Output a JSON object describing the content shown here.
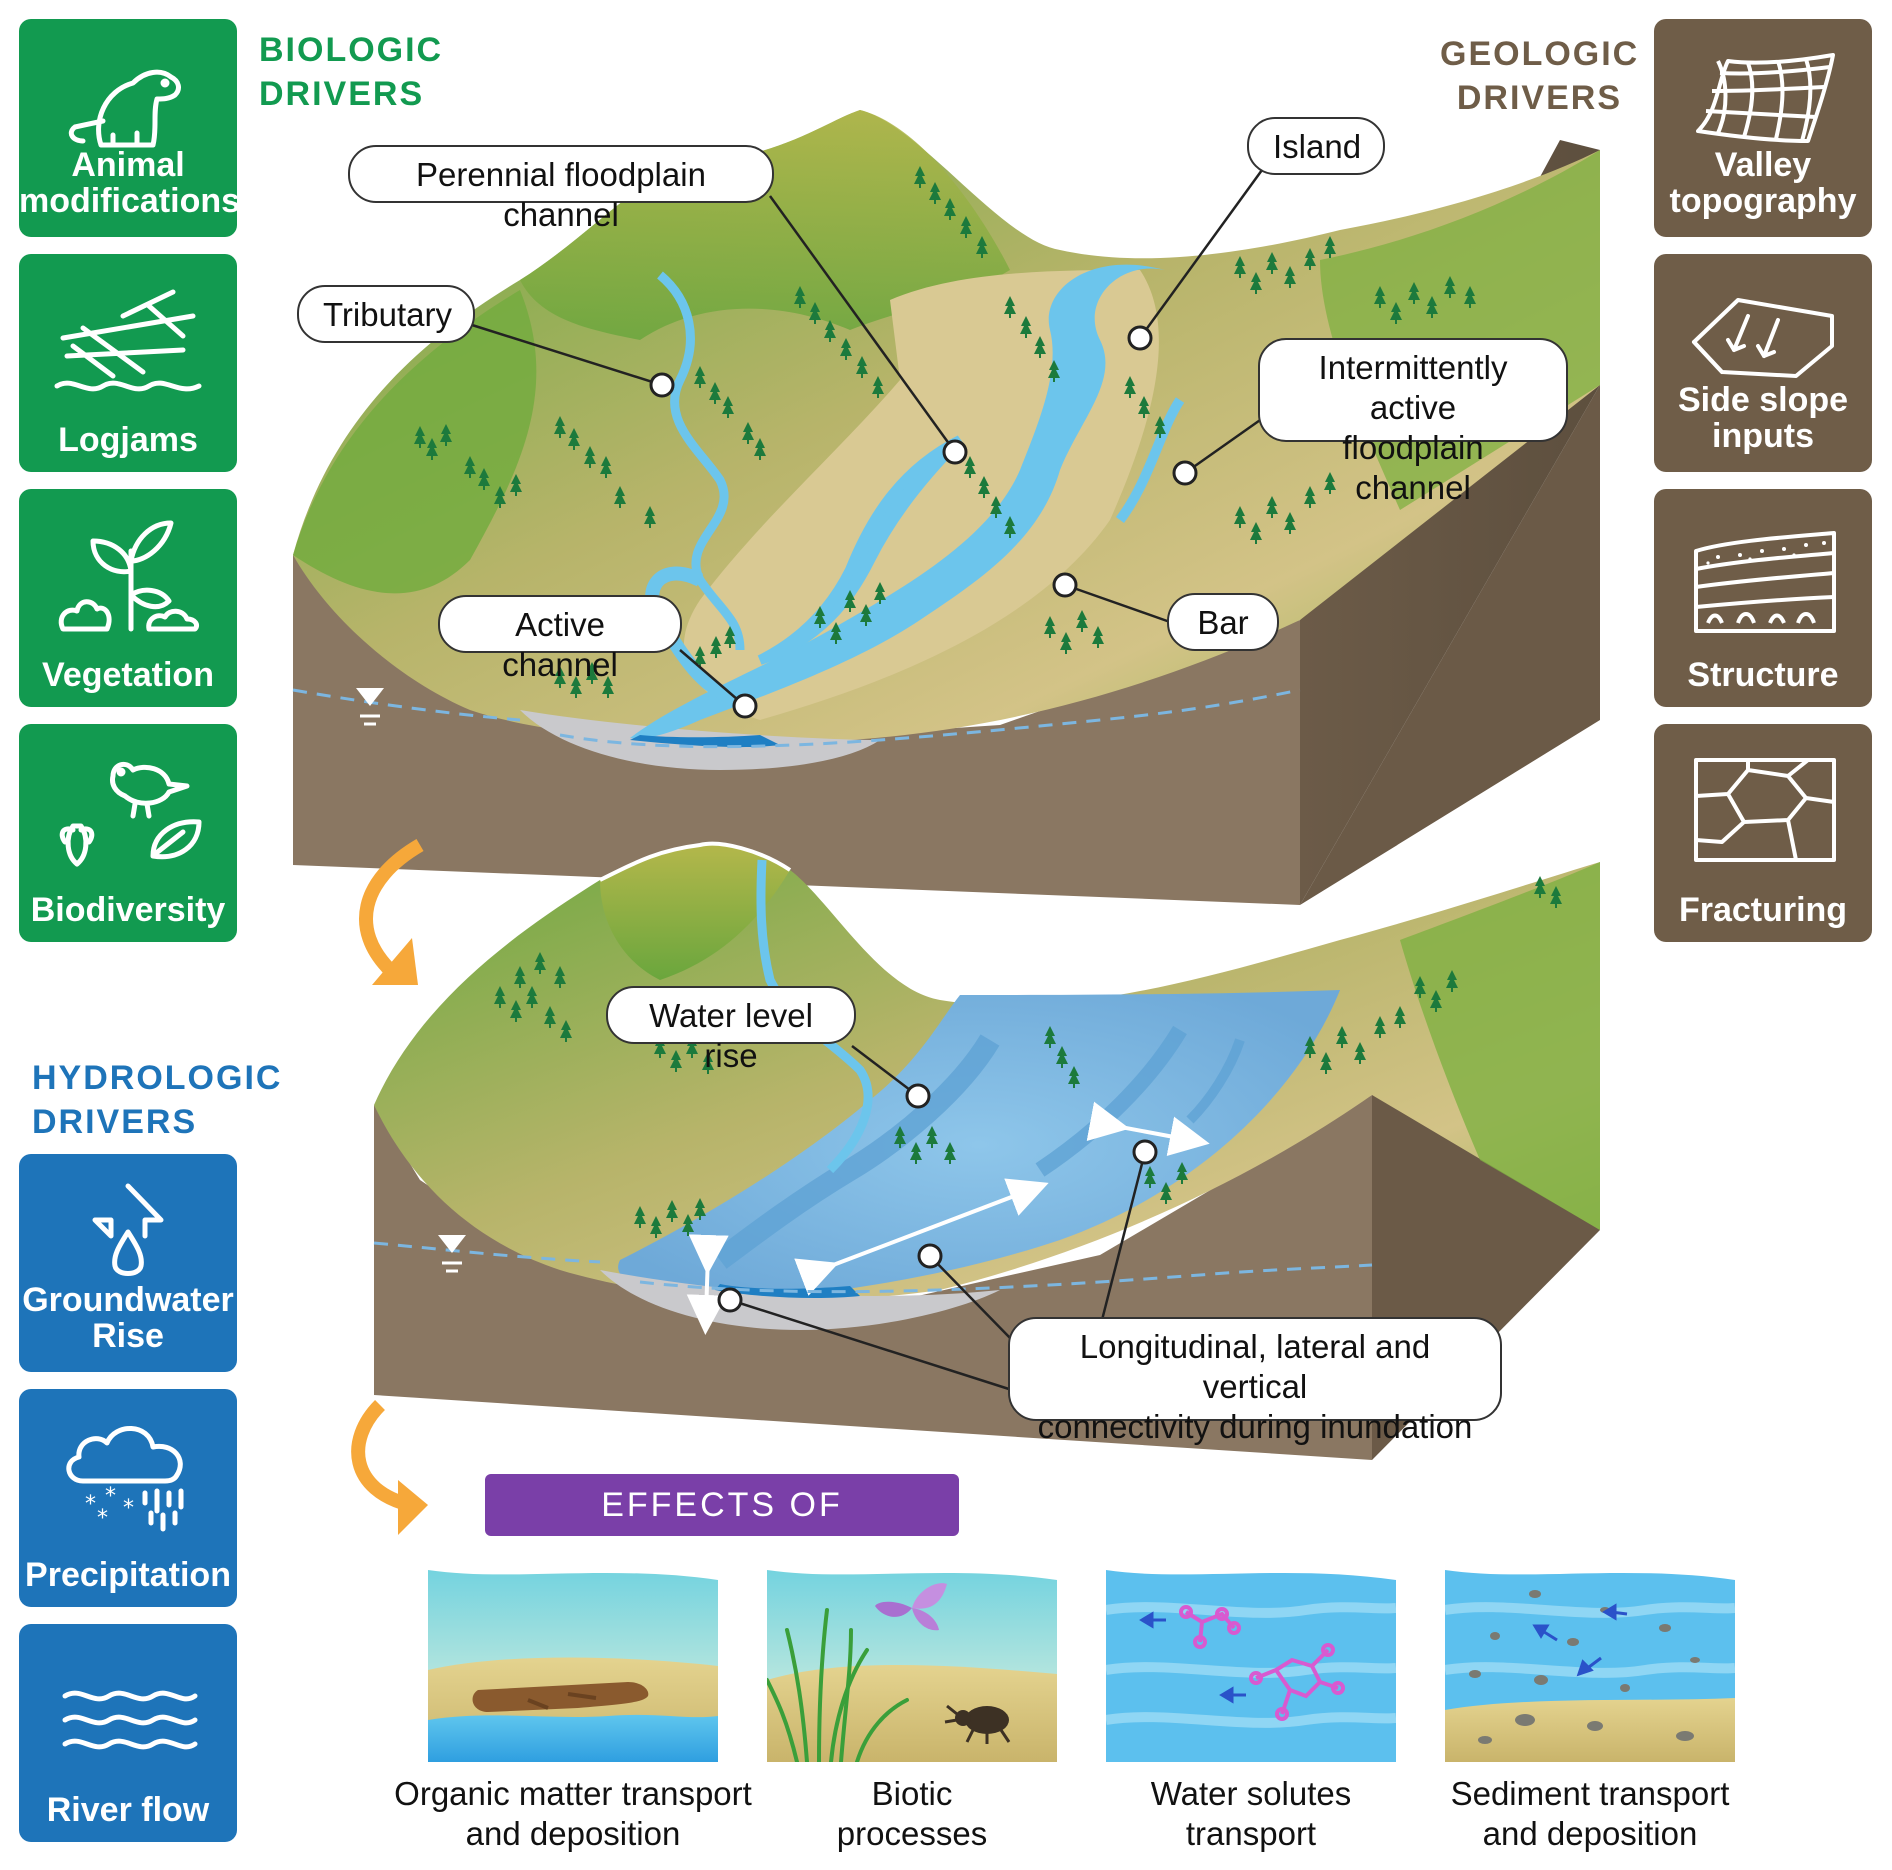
{
  "biologic": {
    "heading": "BIOLOGIC\nDRIVERS",
    "color": "#129a50",
    "items": [
      {
        "label": "Animal\nmodifications",
        "icon": "beaver-icon"
      },
      {
        "label": "Logjams",
        "icon": "logjam-icon"
      },
      {
        "label": "Vegetation",
        "icon": "plant-icon"
      },
      {
        "label": "Biodiversity",
        "icon": "bird-insect-leaf-icon"
      }
    ]
  },
  "geologic": {
    "heading": "GEOLOGIC\nDRIVERS",
    "color": "#6f5d48",
    "items": [
      {
        "label": "Valley\ntopography",
        "icon": "topography-grid-icon"
      },
      {
        "label": "Side slope\ninputs",
        "icon": "slope-arrows-icon"
      },
      {
        "label": "Structure",
        "icon": "strata-icon"
      },
      {
        "label": "Fracturing",
        "icon": "fracture-icon"
      }
    ]
  },
  "hydrologic": {
    "heading": "HYDROLOGIC\nDRIVERS",
    "color": "#1e74b9",
    "items": [
      {
        "label": "Groundwater\nRise",
        "icon": "groundwater-arrow-drop-icon"
      },
      {
        "label": "Precipitation",
        "icon": "cloud-rain-snow-icon"
      },
      {
        "label": "River flow",
        "icon": "waves-icon"
      }
    ]
  },
  "callouts": {
    "perennial": "Perennial floodplain channel",
    "island": "Island",
    "tributary": "Tributary",
    "intermittent": "Intermittently active\nfloodplain channel",
    "bar": "Bar",
    "active": "Active channel",
    "water_level": "Water level rise",
    "connectivity": "Longitudinal, lateral and vertical\nconnectivity during inundation"
  },
  "effects": {
    "title": "EFFECTS OF INUNDATION",
    "color": "#7a3fa8",
    "panels": [
      {
        "caption": "Organic matter transport\nand deposition"
      },
      {
        "caption": "Biotic\nprocesses"
      },
      {
        "caption": "Water solutes\ntransport"
      },
      {
        "caption": "Sediment transport\nand deposition"
      }
    ]
  }
}
